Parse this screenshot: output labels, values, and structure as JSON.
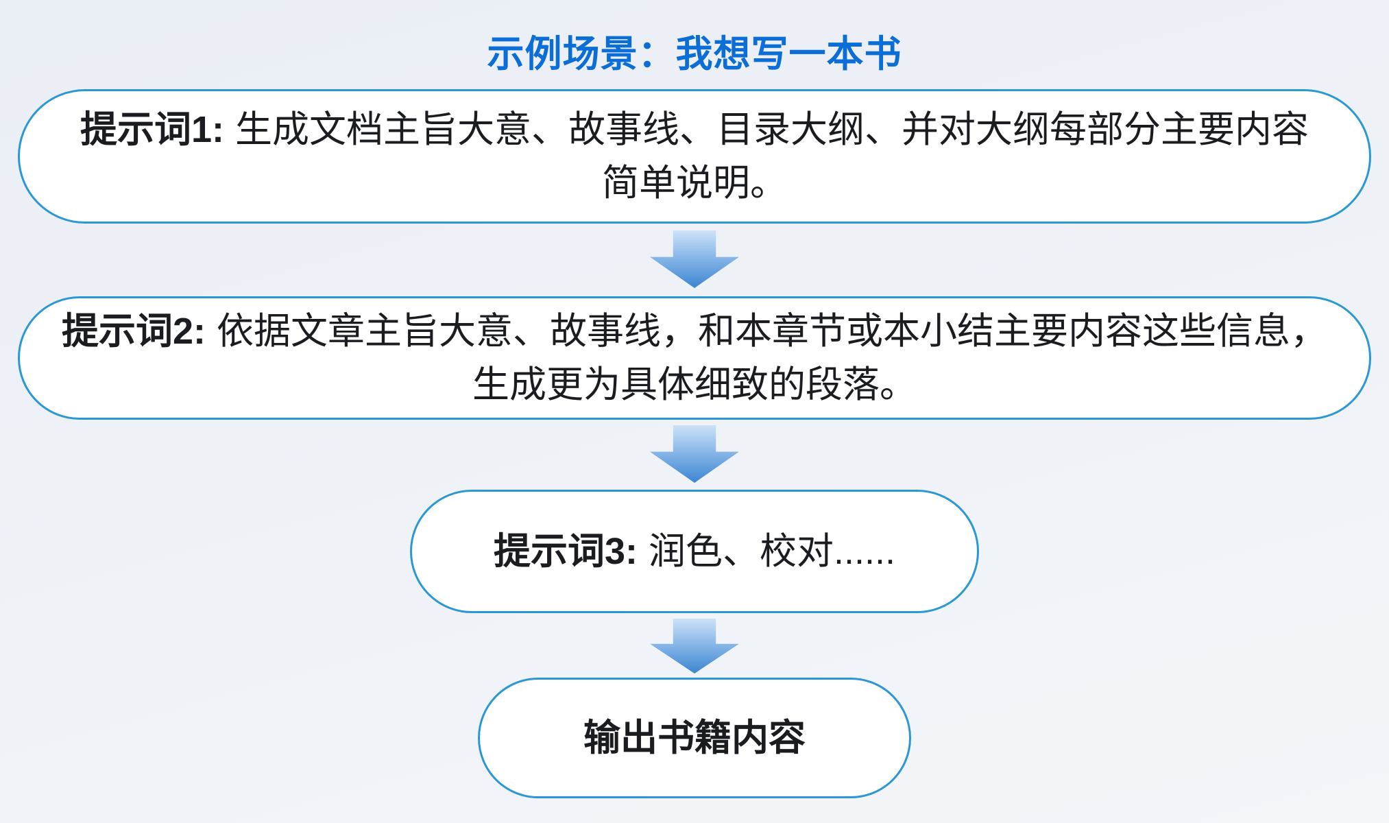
{
  "title": "示例场景：我想写一本书",
  "diagram": {
    "steps": [
      {
        "label": "提示词1:",
        "lines": [
          "生成文档主旨大意、故事线、目录大纲、并对大纲每部分主要内容",
          "简单说明。"
        ]
      },
      {
        "label": "提示词2:",
        "lines": [
          "依据文章主旨大意、故事线，和本章节或本小结主要内容这些信息，",
          "生成更为具体细致的段落。"
        ]
      },
      {
        "label": "提示词3:",
        "lines": [
          "润色、校对......"
        ]
      }
    ],
    "output": {
      "text": "输出书籍内容"
    }
  },
  "colors": {
    "title_text": "#0a6ed6",
    "box_border": "#2b98d4",
    "box_background": "#ffffff",
    "body_text": "#1a1c20",
    "arrow_gradient_top": "#cde2f7",
    "arrow_gradient_bottom": "#3c86d1",
    "page_background": "#eef1f6"
  }
}
